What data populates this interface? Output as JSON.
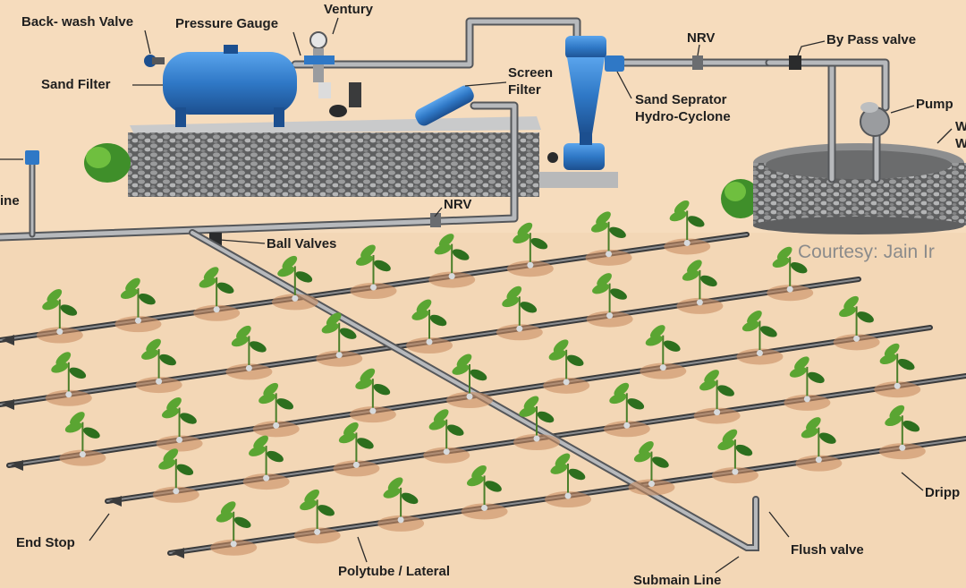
{
  "labels": {
    "backwash_valve": "Back- wash Valve",
    "pressure_gauge": "Pressure Gauge",
    "ventury": "Ventury",
    "sand_filter": "Sand Filter",
    "screen_filter": "Screen\nFilter",
    "nrv_top": "NRV",
    "bypass_valve": "By Pass valve",
    "sand_separator": "Sand Seprator\nHydro-Cyclone",
    "pump": "Pump",
    "well_partial": "W\nW",
    "line_partial": "ine",
    "nrv_mid": "NRV",
    "ball_valves": "Ball Valves",
    "courtesy": "Courtesy: Jain Ir",
    "end_stop": "End Stop",
    "polytube_lateral": "Polytube / Lateral",
    "submain_line": "Submain Line",
    "flush_valve": "Flush valve",
    "dripper_partial": "Dripp"
  },
  "colors": {
    "ground": "#f3d7b6",
    "pipe": "#7d7f82",
    "filter_blue": "#2f78c6",
    "stone": "#6f6f6f",
    "leaf": "#5aa532"
  }
}
